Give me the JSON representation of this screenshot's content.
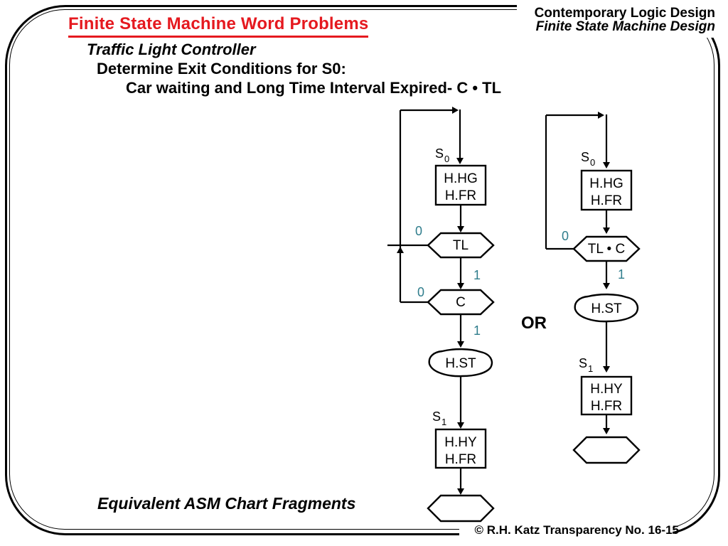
{
  "colors": {
    "accent_red": "#e5191f",
    "branch_teal": "#2f7d8c",
    "line_black": "#000000"
  },
  "header": {
    "title": "Finite State Machine Word Problems",
    "course": "Contemporary Logic Design",
    "course_sub": "Finite State Machine Design"
  },
  "intro": {
    "line1": "Traffic Light Controller",
    "line2": "Determine Exit Conditions for S0:",
    "line3": "Car waiting and Long Time Interval Expired- C • TL"
  },
  "diagram": {
    "or": "OR",
    "caption": "Equivalent ASM Chart Fragments",
    "left": {
      "entry_state": "S",
      "entry_sub": "0",
      "state0": [
        "H.HG",
        "H.FR"
      ],
      "cond1": "TL",
      "cond1_no": "0",
      "cond1_yes": "1",
      "cond2": "C",
      "cond2_no": "0",
      "cond2_yes": "1",
      "output": "H.ST",
      "next_state": "S",
      "next_sub": "1",
      "state1": [
        "H.HY",
        "H.FR"
      ]
    },
    "right": {
      "entry_state": "S",
      "entry_sub": "0",
      "state0": [
        "H.HG",
        "H.FR"
      ],
      "cond1": "TL • C",
      "cond1_no": "0",
      "cond1_yes": "1",
      "output": "H.ST",
      "next_state": "S",
      "next_sub": "1",
      "state1": [
        "H.HY",
        "H.FR"
      ]
    }
  },
  "footer": {
    "credit": "© R.H. Katz   Transparency No. 16-15"
  }
}
